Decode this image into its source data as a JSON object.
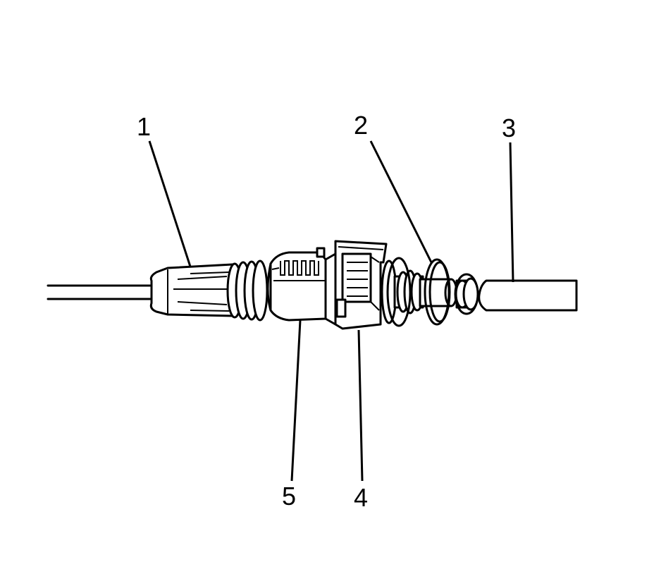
{
  "diagram": {
    "callouts": [
      {
        "id": "1",
        "label": "1"
      },
      {
        "id": "2",
        "label": "2"
      },
      {
        "id": "3",
        "label": "3"
      },
      {
        "id": "4",
        "label": "4"
      },
      {
        "id": "5",
        "label": "5"
      }
    ]
  },
  "colors": {
    "stroke": "#000000",
    "background": "#ffffff"
  }
}
